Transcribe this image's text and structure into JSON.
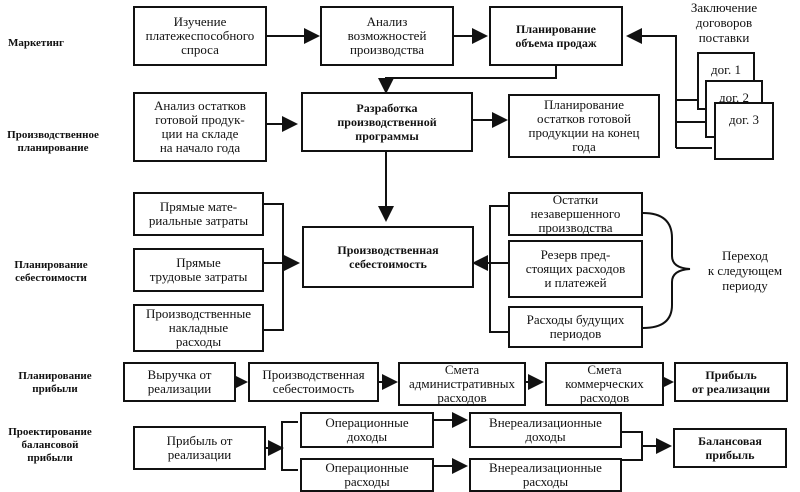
{
  "rows": {
    "marketing": "Маркетинг",
    "production_planning": "Производственное\nпланирование",
    "cost_planning": "Планирование\nсебестоимости",
    "profit_planning": "Планирование\nприбыли",
    "balance_profit_design": "Проектирование\nбалансовой\nприбыли"
  },
  "marketing": {
    "demand_study": "Изучение\nплатежеспособного\nспроса",
    "capacity_analysis": "Анализ\nвозможностей\nпроизводства",
    "sales_volume_planning": "Планирование\nобъема продаж",
    "contracts_title": "Заключение\nдоговоров\nпоставки",
    "contracts": [
      "дог. 1",
      "дог. 2",
      "дог. 3"
    ]
  },
  "production": {
    "opening_stock_analysis": "Анализ остатков\nготовой продук-\nции на складе\nна начало года",
    "program_development": "Разработка\nпроизводственной\nпрограммы",
    "closing_stock_planning": "Планирование\nостатков готовой\nпродукции на конец\nгода"
  },
  "cost": {
    "direct_materials": "Прямые мате-\nриальные затраты",
    "direct_labor": "Прямые\nтрудовые затраты",
    "overhead": "Производственные\nнакладные\nрасходы",
    "production_cost": "Производственная\nсебестоимость",
    "wip": "Остатки\nнезавершенного\nпроизводства",
    "reserve": "Резерв пред-\nстоящих расходов\nи платежей",
    "deferred": "Расходы будущих\nпериодов",
    "next_period": "Переход\nк следующем\nпериоду"
  },
  "profit": {
    "revenue": "Выручка от\nреализации",
    "production_cost": "Производственная\nсебестоимость",
    "admin_budget": "Смета\nадминистративных\nрасходов",
    "commercial_budget": "Смета\nкоммерческих\nрасходов",
    "sales_profit": "Прибыль\nот реализации"
  },
  "balance": {
    "sales_profit": "Прибыль от\nреализации",
    "operating_income": "Операционные\nдоходы",
    "operating_expenses": "Операционные\nрасходы",
    "non_operating_income": "Внереализационные\nдоходы",
    "non_operating_expenses": "Внереализационные\nрасходы",
    "balance_profit": "Балансовая\nприбыль"
  }
}
